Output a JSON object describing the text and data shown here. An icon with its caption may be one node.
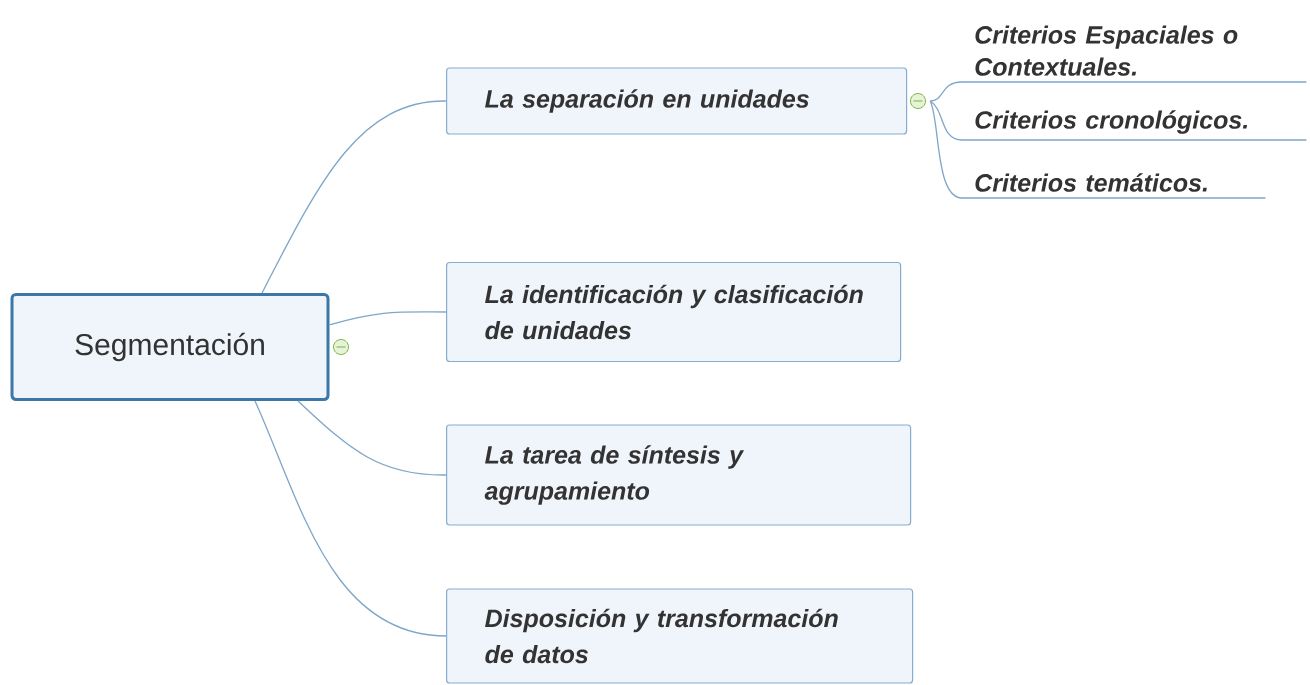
{
  "diagram": {
    "nodes": [
      {
        "text": [
          "Segmentación"
        ]
      },
      {
        "text": [
          "La separación en unidades"
        ]
      },
      {
        "text": [
          "La identificación y clasificación de unidades"
        ]
      },
      {
        "text": [
          "La tarea de síntesis y agrupamiento"
        ]
      },
      {
        "text": [
          "Disposición y transformación de datos"
        ]
      },
      {
        "text": [
          "Criterios Espaciales o Contextuales."
        ]
      },
      {
        "text": [
          "Criterios cronológicos."
        ]
      },
      {
        "text": [
          "Criterios temáticos."
        ]
      }
    ],
    "edges": [
      {
        "from": 0,
        "to": 1,
        "arrow": "none"
      },
      {
        "from": 0,
        "to": 2,
        "arrow": "none"
      },
      {
        "from": 0,
        "to": 3,
        "arrow": "none"
      },
      {
        "from": 0,
        "to": 4,
        "arrow": "none"
      },
      {
        "from": 1,
        "to": 5,
        "arrow": "none"
      },
      {
        "from": 1,
        "to": 6,
        "arrow": "none"
      },
      {
        "from": 1,
        "to": 7,
        "arrow": "none"
      }
    ]
  }
}
